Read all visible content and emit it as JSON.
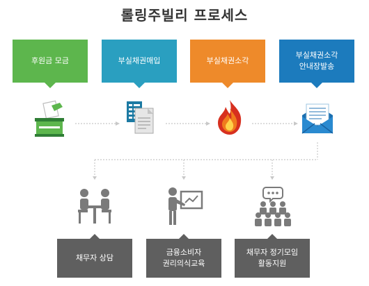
{
  "title": "롤링주빌리 프로세스",
  "steps": [
    {
      "label": "후원금 모금",
      "color": "#5db64d",
      "icon": "donation-box-icon"
    },
    {
      "label": "부실채권매입",
      "color": "#2a9fc0",
      "icon": "documents-icon"
    },
    {
      "label": "부실채권소각",
      "color": "#ee8a2a",
      "icon": "flame-icon"
    },
    {
      "label": "부실채권소각\n안내장발송",
      "color": "#1c7bbd",
      "icon": "envelope-icon"
    }
  ],
  "services": [
    {
      "label": "채무자 상담",
      "icon": "consultation-icon"
    },
    {
      "label": "금융소비자\n권리의식교육",
      "icon": "teaching-icon"
    },
    {
      "label": "채무자 정기모임\n활동지원",
      "icon": "group-meeting-icon"
    }
  ],
  "colors": {
    "service_box": "#5f5f5f",
    "service_icon": "#7a7a7a",
    "connector": "#c8c8c8"
  }
}
